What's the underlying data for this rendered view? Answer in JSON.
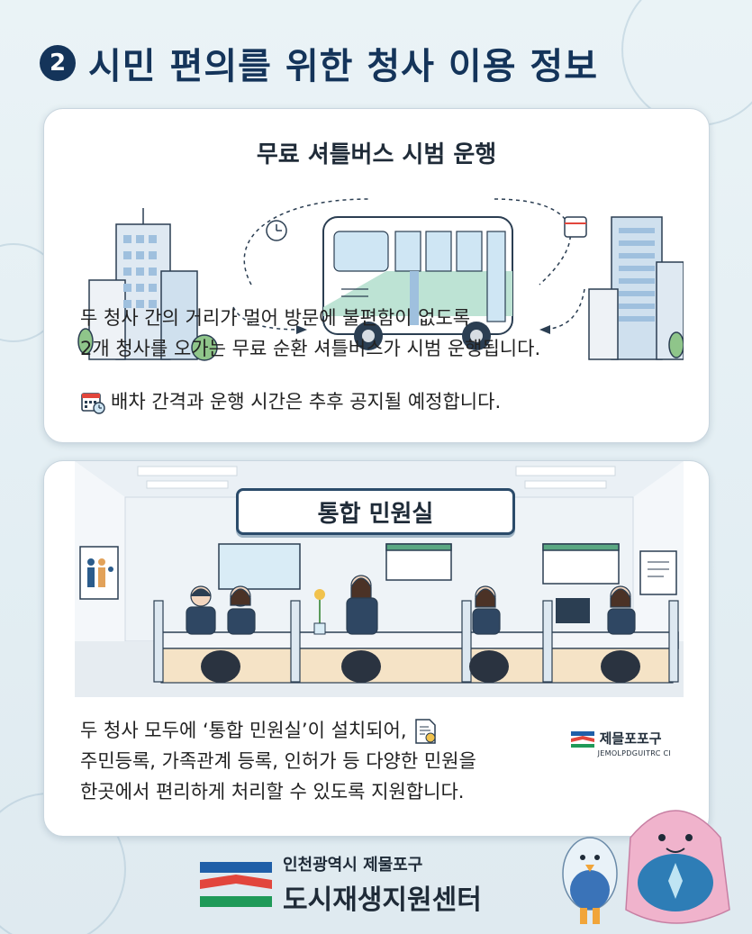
{
  "header": {
    "number": "2",
    "title": "시민 편의를 위한 청사 이용 정보"
  },
  "shuttle": {
    "title": "무료 셔틀버스 시범 운행",
    "line1": "두 청사 간의 거리가 멀어 방문에 불편함이 없도록",
    "line2": "2개 청사를 오가는 무료 순환 셔틀버스가 시범 운행됩니다.",
    "note": "배차 간격과 운행 시간은 추후 공지될 예정합니다.",
    "note_icon": "calendar-clock-icon"
  },
  "office": {
    "sign": "통합 민원실",
    "line1": "두 청사 모두에 ‘통합 민원실’이 설치되어,",
    "line2": "주민등록, 가족관계 등록, 인허가 등 다양한 민원을",
    "line3": "한곳에서 편리하게 처리할 수 있도록  지원합니다.",
    "doc_icon": "document-stamp-icon",
    "logo_name": "제믈포포구",
    "logo_sub": "JEMOLPDGUITRC CI"
  },
  "footer": {
    "org_line1": "인천광역시 제물포구",
    "org_line2": "도시재생지원센터"
  },
  "colors": {
    "navy": "#14345a",
    "accent_blue": "#1f5fa8",
    "accent_red": "#e2463c",
    "accent_green": "#1f9a58"
  }
}
